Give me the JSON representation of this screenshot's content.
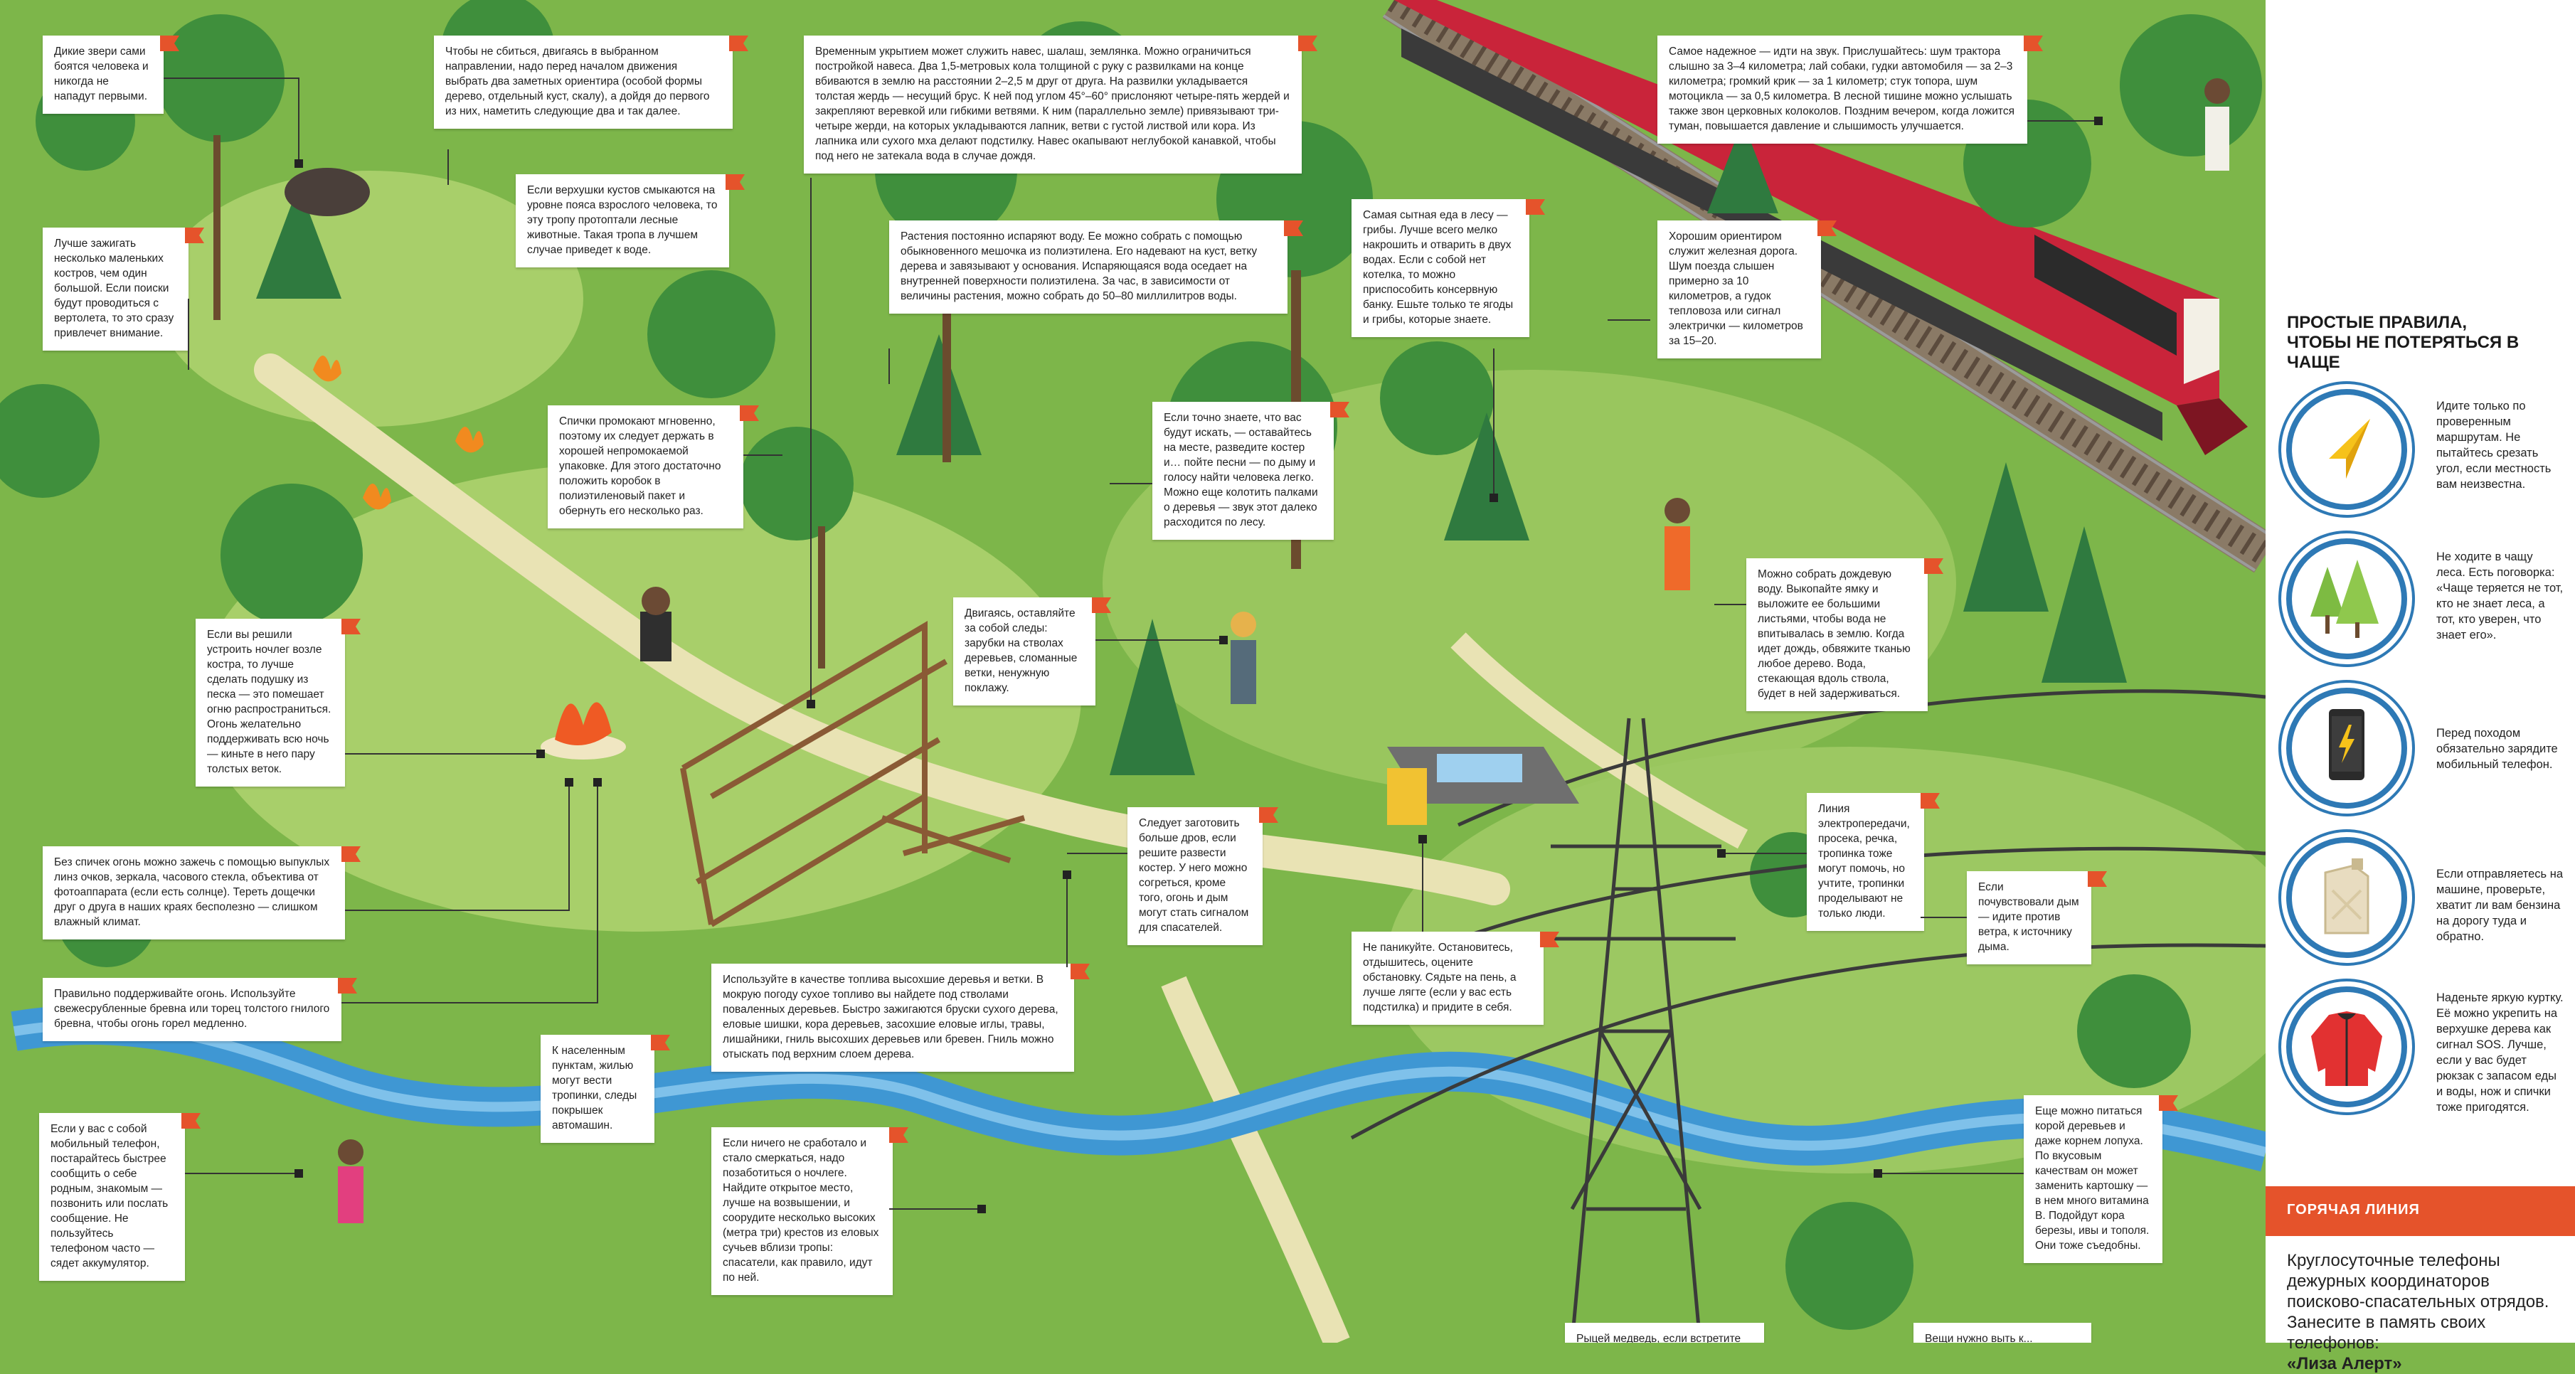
{
  "notes": {
    "wild_animals": "Дикие звери сами боятся человека и никогда не нападут первыми.",
    "direction": "Чтобы не сбиться, двигаясь в выбранном направлении, надо перед началом движения выбрать два заметных ориентира (особой формы дерево, отдельный куст, скалу), а дойдя до первого из них, наметить следующие два и так далее.",
    "shelter": "Временным укрытием может служить навес, шалаш, землянка. Можно ограничиться постройкой навеса. Два 1,5-метровых кола толщиной с руку с развилками на конце вбиваются в землю на расстоянии 2–2,5 м друг от друга. На развилки укладывается толстая жердь — несущий брус. К ней под углом 45°–60° прислоняют четыре-пять жердей и закрепляют веревкой или гибкими ветвями. К ним (параллельно земле) привязывают три-четыре жерди, на которых укладываются лапник, ветви с густой листвой или кора. Из лапника или сухого мха делают подстилку. Навес окапывают неглубокой канавкой, чтобы под него не затекала вода в случае дождя.",
    "sound": "Самое надежное — идти на звук. Прислушайтесь: шум трактора слышно за 3–4 километра; лай собаки, гудки автомобиля — за 2–3 километра; громкий крик — за 1 километр; стук топора, шум мотоцикла — за 0,5 километра. В лесной тишине можно услышать также звон церковных колоколов. Поздним вечером, когда ложится туман, повышается давление и слышимость улучшается.",
    "bushes": "Если верхушки кустов смыкаются на уровне пояса взрослого человека, то эту тропу протоптали лесные животные. Такая тропа в лучшем случае приведет к воде.",
    "fires": "Лучше зажигать несколько маленьких костров, чем один большой. Если поиски будут проводиться с вертолета, то это сразу привлечет внимание.",
    "plants_water": "Растения постоянно испаряют воду. Ее можно собрать с помощью обыкновенного мешочка из полиэтилена. Его надевают на куст, ветку дерева и завязывают у основания. Испаряющаяся вода оседает на внутренней поверхности полиэтилена. За час, в зависимости от величины растения, можно собрать до 50–80 миллилитров воды.",
    "mushrooms": "Самая сытная еда в лесу — грибы. Лучше всего мелко накрошить и отварить в двух водах. Если с собой нет котелка, то можно приспособить консервную банку. Ешьте только те ягоды и грибы, которые знаете.",
    "railway": "Хорошим ориентиром служит железная дорога. Шум поезда слышен примерно за 10 километров, а гудок тепловоза или сигнал электрички — километров за 15–20.",
    "matches": "Спички промокают мгновенно, поэтому их следует держать в хорошей непромокаемой упаковке. Для этого достаточно положить коробок в полиэтиленовый пакет и обернуть его несколько раз.",
    "stay": "Если точно знаете, что вас будут искать, — оставайтесь на месте, разведите костер и… пойте песни — по дыму и голосу найти человека легко. Можно еще колотить палками о деревья — звук этот далеко расходится по лесу.",
    "rain_water": "Можно собрать дождевую воду. Выкопайте ямку и выложите ее большими листьями, чтобы вода не впитывалась в землю. Когда идет дождь, обвяжите тканью любое дерево. Вода, стекающая вдоль ствола, будет в ней задерживаться.",
    "night_fire": "Если вы решили устроить ночлег возле костра, то лучше сделать подушку из песка — это помешает огню распространиться. Огонь желательно поддерживать всю ночь — киньте в него пару толстых веток.",
    "traces": "Двигаясь, оставляйте за собой следы: зарубки на стволах деревьев, сломанные ветки, ненужную поклажу.",
    "no_matches": "Без спичек огонь можно зажечь с помощью выпуклых линз очков, зеркала, часового стекла, объектива от фотоаппарата (если есть солнце). Тереть дощечки друг о друга в наших краях бесполезно — слишком влажный климат.",
    "firewood": "Следует заготовить больше дров, если решите развести костер. У него можно согреться, кроме того, огонь и дым могут стать сигналом для спасателей.",
    "power_line": "Линия электропередачи, просека, речка, тропинка тоже могут помочь, но учтите, тропинки проделывают не только люди.",
    "smoke": "Если почувствовали дым — идите против ветра, к источнику дыма.",
    "proper_fire": "Правильно поддерживайте огонь. Используйте свежесрубленные бревна или торец толстого гнилого бревна, чтобы огонь горел медленно.",
    "fuel": "Используйте в качестве топлива высохшие деревья и ветки. В мокрую погоду сухое топливо вы найдете под стволами поваленных деревьев. Быстро зажигаются бруски сухого дерева, еловые шишки, кора деревьев, засохшие еловые иглы, травы, лишайники, гниль высохших деревьев или бревен. Гниль можно отыскать под верхним слоем дерева.",
    "no_panic": "Не паникуйте. Остановитесь, отдышитесь, оцените обстановку. Сядьте на пень, а лучше лягте (если у вас есть подстилка) и придите в себя.",
    "settlements": "К населенным пунктам, жилью могут вести тропинки, следы покрышек автомашин.",
    "phone": "Если у вас с собой мобильный телефон, постарайтесь быстрее сообщить о себе родным, знакомым — позвонить или послать сообщение. Не пользуйтесь телефоном часто — сядет аккумулятор.",
    "overnight": "Если ничего не сработало и стало смеркаться, надо позаботиться о ночлеге. Найдите открытое место, лучше на возвышении, и соорудите несколько высоких (метра три) крестов из еловых сучьев вблизи тропы: спасатели, как правило, идут по ней.",
    "bark": "Еще можно питаться корой деревьев и даже корнем лопуха. По вкусовым качествам он может заменить картошку — в нем много витамина В. Подойдут кора березы, ивы и тополя. Они тоже съедобны.",
    "cut_bottom_1": "Рыцей медведь, если встретите",
    "cut_bottom_2": "Вещи нужно выть к..."
  },
  "panel": {
    "title": "ПРОСТЫЕ ПРАВИЛА,\nЧТОБЫ НЕ ПОТЕРЯТЬСЯ В ЧАЩЕ",
    "rules": [
      {
        "icon": "compass-arrow-icon",
        "text": "Идите только по проверенным маршрутам. Не пытайтесь срезать угол, если местность вам неизвестна."
      },
      {
        "icon": "trees-icon",
        "text": "Не ходите в чащу леса. Есть поговорка: «Чаще теряется не тот, кто не знает леса, а тот, кто уверен, что знает его»."
      },
      {
        "icon": "mobile-phone-icon",
        "text": "Перед походом обязательно зарядите мобильный телефон."
      },
      {
        "icon": "fuel-canister-icon",
        "text": "Если отправляетесь на машине, проверьте, хватит ли вам бензина на дорогу туда и обратно."
      },
      {
        "icon": "red-jacket-icon",
        "text": "Наденьте яркую куртку. Её можно укрепить на верхушке дерева как сигнал SOS. Лучше, если у вас будет рюкзак с запасом еды и воды, нож и спички тоже пригодятся."
      }
    ],
    "hotline_title": "ГОРЯЧАЯ ЛИНИЯ",
    "hotline_text": "Круглосуточные телефоны дежурных координаторов поисково-спасательных отрядов. Занесите в память своих телефонов:",
    "hotline_org": "«Лиза Алерт»"
  },
  "colors": {
    "grass": "#7db64a",
    "grass_light": "#a8cf6a",
    "path": "#e9e3b4",
    "river": "#3f97d3",
    "accent_flag": "#e5532b",
    "icon_ring": "#2e79b5",
    "train_red": "#c9243a"
  }
}
